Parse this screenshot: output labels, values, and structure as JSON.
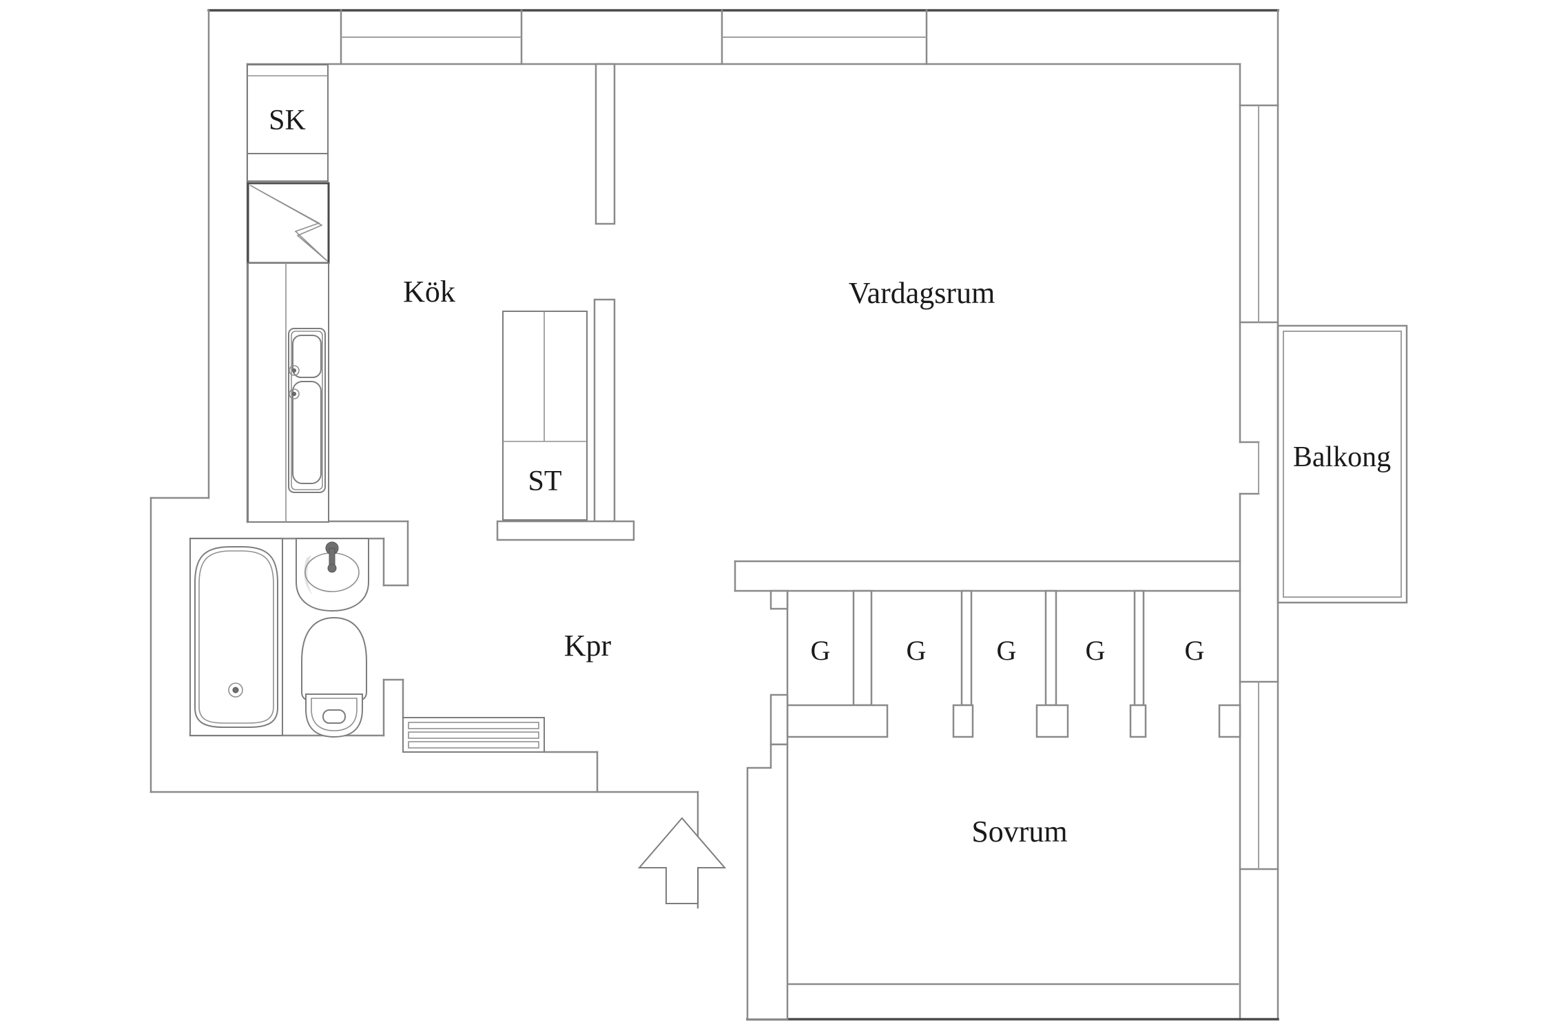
{
  "document": {
    "type": "apartment-floor-plan",
    "language": "Swedish",
    "background": "#ffffff"
  },
  "rooms": {
    "kitchen": {
      "label": "Kök"
    },
    "living_room": {
      "label": "Vardagsrum"
    },
    "balcony": {
      "label": "Balkong"
    },
    "bedroom": {
      "label": "Sovrum"
    },
    "hallway": {
      "label": "Kpr"
    },
    "cleaning_closet": {
      "label": "ST"
    },
    "cabinet": {
      "label": "SK"
    },
    "wardrobe": {
      "label": "G",
      "count": 5
    }
  },
  "fixtures": [
    "stove-lightning-symbol",
    "kitchen-double-sink",
    "bathtub",
    "washbasin",
    "toilet",
    "radiator",
    "entrance-arrow",
    "windows-top-wall",
    "window-right-upper",
    "window-right-bedroom",
    "balcony-railing"
  ],
  "colors": {
    "wall_line": "#8a8a8a",
    "outer_wall_line": "#4a4a4a",
    "window_line": "#9f9f9f",
    "fixture_line": "#7d7d7d",
    "text": "#1a1a1a",
    "shading": "#e3e3e3",
    "background": "#ffffff"
  }
}
